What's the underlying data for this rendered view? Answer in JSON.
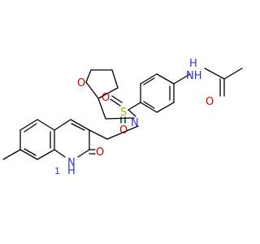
{
  "colors": {
    "bond": "#000000",
    "nitrogen": "#3333cc",
    "oxygen": "#cc0000",
    "sulfur": "#b3b300",
    "background": "#ffffff"
  },
  "atoms": {
    "amide_nh": "NH",
    "amide_h": "H",
    "amide_o": "O",
    "sulfonamide_n": "N",
    "sulfur": "S",
    "sulfonyl_o_left": "O",
    "sulfonyl_o_bottom": "O",
    "thf_o": "O",
    "quinolinone_o": "O",
    "quinolinone_nh": "N",
    "quinolinone_h": "H",
    "quinolinone_one": "1"
  }
}
